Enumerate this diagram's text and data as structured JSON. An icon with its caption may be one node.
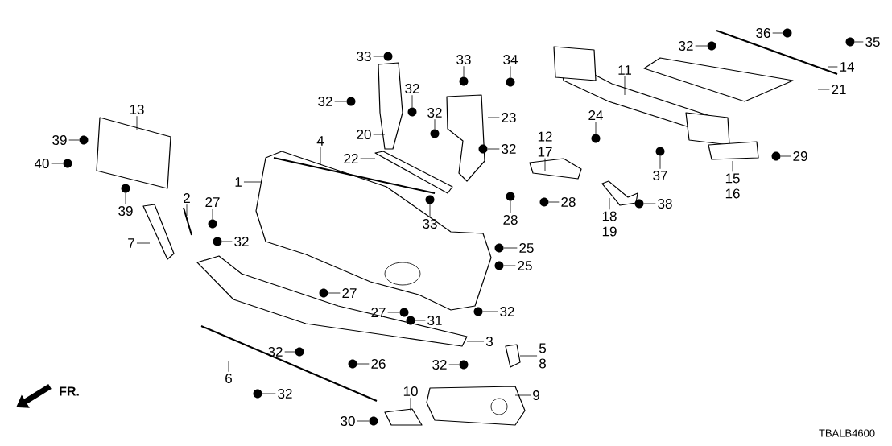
{
  "diagram": {
    "nodes": [
      {
        "text": [
          "33"
        ]
      },
      {
        "text": [
          "32"
        ]
      },
      {
        "text": [
          "32"
        ]
      },
      {
        "text": [
          "32"
        ]
      },
      {
        "text": [
          "20"
        ]
      },
      {
        "text": [
          "22"
        ]
      },
      {
        "text": [
          "4"
        ]
      },
      {
        "text": [
          "1"
        ]
      },
      {
        "text": [
          "33"
        ]
      },
      {
        "text": [
          "13"
        ]
      },
      {
        "text": [
          "39"
        ]
      },
      {
        "text": [
          "40"
        ]
      },
      {
        "text": [
          "39"
        ]
      },
      {
        "text": [
          "2"
        ]
      },
      {
        "text": [
          "27"
        ]
      },
      {
        "text": [
          "7"
        ]
      },
      {
        "text": [
          "32"
        ]
      },
      {
        "text": [
          "33"
        ]
      },
      {
        "text": [
          "34"
        ]
      },
      {
        "text": [
          "11"
        ]
      },
      {
        "text": [
          "32"
        ]
      },
      {
        "text": [
          "36"
        ]
      },
      {
        "text": [
          "35"
        ]
      },
      {
        "text": [
          "14"
        ]
      },
      {
        "text": [
          "21"
        ]
      },
      {
        "text": [
          "23"
        ]
      },
      {
        "text": [
          "32"
        ]
      },
      {
        "text": [
          "24"
        ]
      },
      {
        "text": [
          "12",
          "17"
        ]
      },
      {
        "text": [
          "37"
        ]
      },
      {
        "text": [
          "15",
          "16"
        ]
      },
      {
        "text": [
          "29"
        ]
      },
      {
        "text": [
          "28"
        ]
      },
      {
        "text": [
          "28"
        ]
      },
      {
        "text": [
          "18",
          "19"
        ]
      },
      {
        "text": [
          "38"
        ]
      },
      {
        "text": [
          "25"
        ]
      },
      {
        "text": [
          "25"
        ]
      },
      {
        "text": [
          "32"
        ]
      },
      {
        "text": [
          "27"
        ]
      },
      {
        "text": [
          "27"
        ]
      },
      {
        "text": [
          "31"
        ]
      },
      {
        "text": [
          "3"
        ]
      },
      {
        "text": [
          "32"
        ]
      },
      {
        "text": [
          "26"
        ]
      },
      {
        "text": [
          "6"
        ]
      },
      {
        "text": [
          "32"
        ]
      },
      {
        "text": [
          "5",
          "8"
        ]
      },
      {
        "text": [
          "9"
        ]
      },
      {
        "text": [
          "32"
        ]
      },
      {
        "text": [
          "10"
        ]
      },
      {
        "text": [
          "30"
        ]
      },
      {
        "text": [],
        "shape": "circle"
      },
      {
        "text": [],
        "shape": "circle"
      },
      {
        "text": [],
        "shape": "circle"
      },
      {
        "text": [],
        "shape": "circle"
      },
      {
        "text": [],
        "shape": "circle"
      },
      {
        "text": [],
        "shape": "circle"
      },
      {
        "text": [],
        "shape": "circle"
      },
      {
        "text": [],
        "shape": "circle"
      },
      {
        "text": [],
        "shape": "circle"
      },
      {
        "text": [],
        "shape": "circle"
      },
      {
        "text": [],
        "shape": "circle"
      },
      {
        "text": [],
        "shape": "circle"
      },
      {
        "text": [],
        "shape": "circle"
      },
      {
        "text": [],
        "shape": "circle"
      },
      {
        "text": [],
        "shape": "circle"
      },
      {
        "text": [],
        "shape": "circle"
      },
      {
        "text": [],
        "shape": "circle"
      },
      {
        "text": [],
        "shape": "circle"
      },
      {
        "text": [],
        "shape": "circle"
      },
      {
        "text": [],
        "shape": "circle"
      },
      {
        "text": [],
        "shape": "circle"
      },
      {
        "text": [],
        "shape": "circle"
      },
      {
        "text": [],
        "shape": "circle"
      },
      {
        "text": [],
        "shape": "circle"
      },
      {
        "text": [],
        "shape": "circle"
      },
      {
        "text": [],
        "shape": "circle"
      },
      {
        "text": [],
        "shape": "circle"
      },
      {
        "text": [],
        "shape": "circle"
      },
      {
        "text": [],
        "shape": "circle"
      },
      {
        "text": [],
        "shape": "circle"
      },
      {
        "text": [],
        "shape": "circle"
      },
      {
        "text": [],
        "shape": "circle"
      },
      {
        "text": [],
        "shape": "circle"
      }
    ],
    "edges": [
      {
        "from": 0,
        "to": 52,
        "arrow": "none"
      },
      {
        "from": 1,
        "to": 53,
        "arrow": "none"
      },
      {
        "from": 2,
        "to": 54,
        "arrow": "none"
      },
      {
        "from": 3,
        "to": 55,
        "arrow": "none"
      },
      {
        "from": 4,
        "to": null,
        "arrow": "none"
      },
      {
        "from": 5,
        "to": null,
        "arrow": "none"
      },
      {
        "from": 6,
        "to": null,
        "arrow": "none"
      },
      {
        "from": 7,
        "to": null,
        "arrow": "none"
      },
      {
        "from": 8,
        "to": 56,
        "arrow": "none"
      },
      {
        "from": 9,
        "to": null,
        "arrow": "none"
      },
      {
        "from": 10,
        "to": 57,
        "arrow": "none"
      },
      {
        "from": 11,
        "to": 58,
        "arrow": "none"
      },
      {
        "from": 12,
        "to": 59,
        "arrow": "none"
      },
      {
        "from": 13,
        "to": null,
        "arrow": "none"
      },
      {
        "from": 14,
        "to": 60,
        "arrow": "none"
      },
      {
        "from": 15,
        "to": null,
        "arrow": "none"
      },
      {
        "from": 16,
        "to": 61,
        "arrow": "none"
      },
      {
        "from": 17,
        "to": 62,
        "arrow": "none"
      },
      {
        "from": 18,
        "to": 63,
        "arrow": "none"
      },
      {
        "from": 19,
        "to": null,
        "arrow": "none"
      },
      {
        "from": 20,
        "to": 64,
        "arrow": "none"
      },
      {
        "from": 21,
        "to": 65,
        "arrow": "none"
      },
      {
        "from": 22,
        "to": 66,
        "arrow": "none"
      },
      {
        "from": 23,
        "to": null,
        "arrow": "none"
      },
      {
        "from": 24,
        "to": null,
        "arrow": "none"
      },
      {
        "from": 25,
        "to": null,
        "arrow": "none"
      },
      {
        "from": 26,
        "to": 67,
        "arrow": "none"
      },
      {
        "from": 27,
        "to": 68,
        "arrow": "none"
      },
      {
        "from": 28,
        "to": null,
        "arrow": "none"
      },
      {
        "from": 29,
        "to": 69,
        "arrow": "none"
      },
      {
        "from": 30,
        "to": null,
        "arrow": "none"
      },
      {
        "from": 31,
        "to": 70,
        "arrow": "none"
      },
      {
        "from": 32,
        "to": 71,
        "arrow": "none"
      },
      {
        "from": 33,
        "to": 72,
        "arrow": "none"
      },
      {
        "from": 34,
        "to": null,
        "arrow": "none"
      },
      {
        "from": 35,
        "to": 73,
        "arrow": "none"
      },
      {
        "from": 36,
        "to": 74,
        "arrow": "none"
      },
      {
        "from": 37,
        "to": 75,
        "arrow": "none"
      },
      {
        "from": 38,
        "to": 76,
        "arrow": "none"
      },
      {
        "from": 39,
        "to": 77,
        "arrow": "none"
      },
      {
        "from": 40,
        "to": 78,
        "arrow": "none"
      },
      {
        "from": 41,
        "to": 79,
        "arrow": "none"
      },
      {
        "from": 42,
        "to": null,
        "arrow": "none"
      },
      {
        "from": 43,
        "to": 80,
        "arrow": "none"
      },
      {
        "from": 44,
        "to": 81,
        "arrow": "none"
      },
      {
        "from": 45,
        "to": null,
        "arrow": "none"
      },
      {
        "from": 46,
        "to": 82,
        "arrow": "none"
      },
      {
        "from": 47,
        "to": null,
        "arrow": "none"
      },
      {
        "from": 48,
        "to": null,
        "arrow": "none"
      },
      {
        "from": 49,
        "to": 83,
        "arrow": "none"
      },
      {
        "from": 50,
        "to": null,
        "arrow": "none"
      },
      {
        "from": 51,
        "to": 84,
        "arrow": "none"
      }
    ],
    "labels": [
      "FR.",
      "TBALB4600"
    ]
  }
}
